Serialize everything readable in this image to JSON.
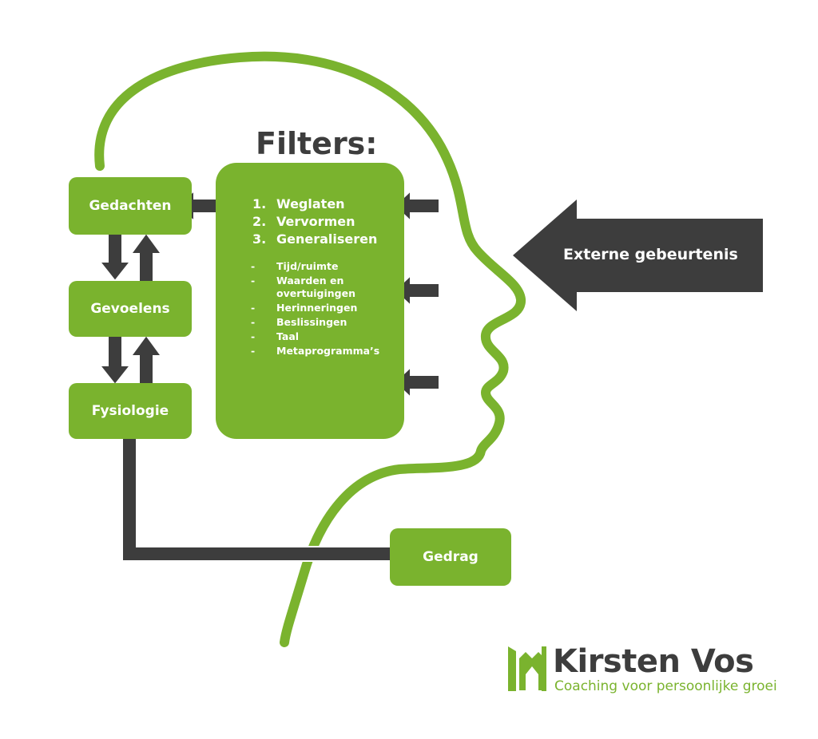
{
  "colors": {
    "green": "#7ab32e",
    "dark": "#3d3d3d"
  },
  "filters": {
    "title": "Filters:",
    "numbered": [
      {
        "n": "1.",
        "label": "Weglaten"
      },
      {
        "n": "2.",
        "label": "Vervormen"
      },
      {
        "n": "3.",
        "label": "Generaliseren"
      }
    ],
    "bullets": [
      "Tijd/ruimte",
      "Waarden en",
      "overtuigingen",
      "Herinneringen",
      "Beslissingen",
      "Taal",
      "Metaprogramma’s"
    ],
    "dash": "-"
  },
  "boxes": {
    "gedachten": "Gedachten",
    "gevoelens": "Gevoelens",
    "fysiologie": "Fysiologie",
    "gedrag": "Gedrag"
  },
  "external": "Externe gebeurtenis",
  "logo": {
    "name": "Kirsten Vos",
    "tagline": "Coaching voor persoonlijke groei"
  }
}
